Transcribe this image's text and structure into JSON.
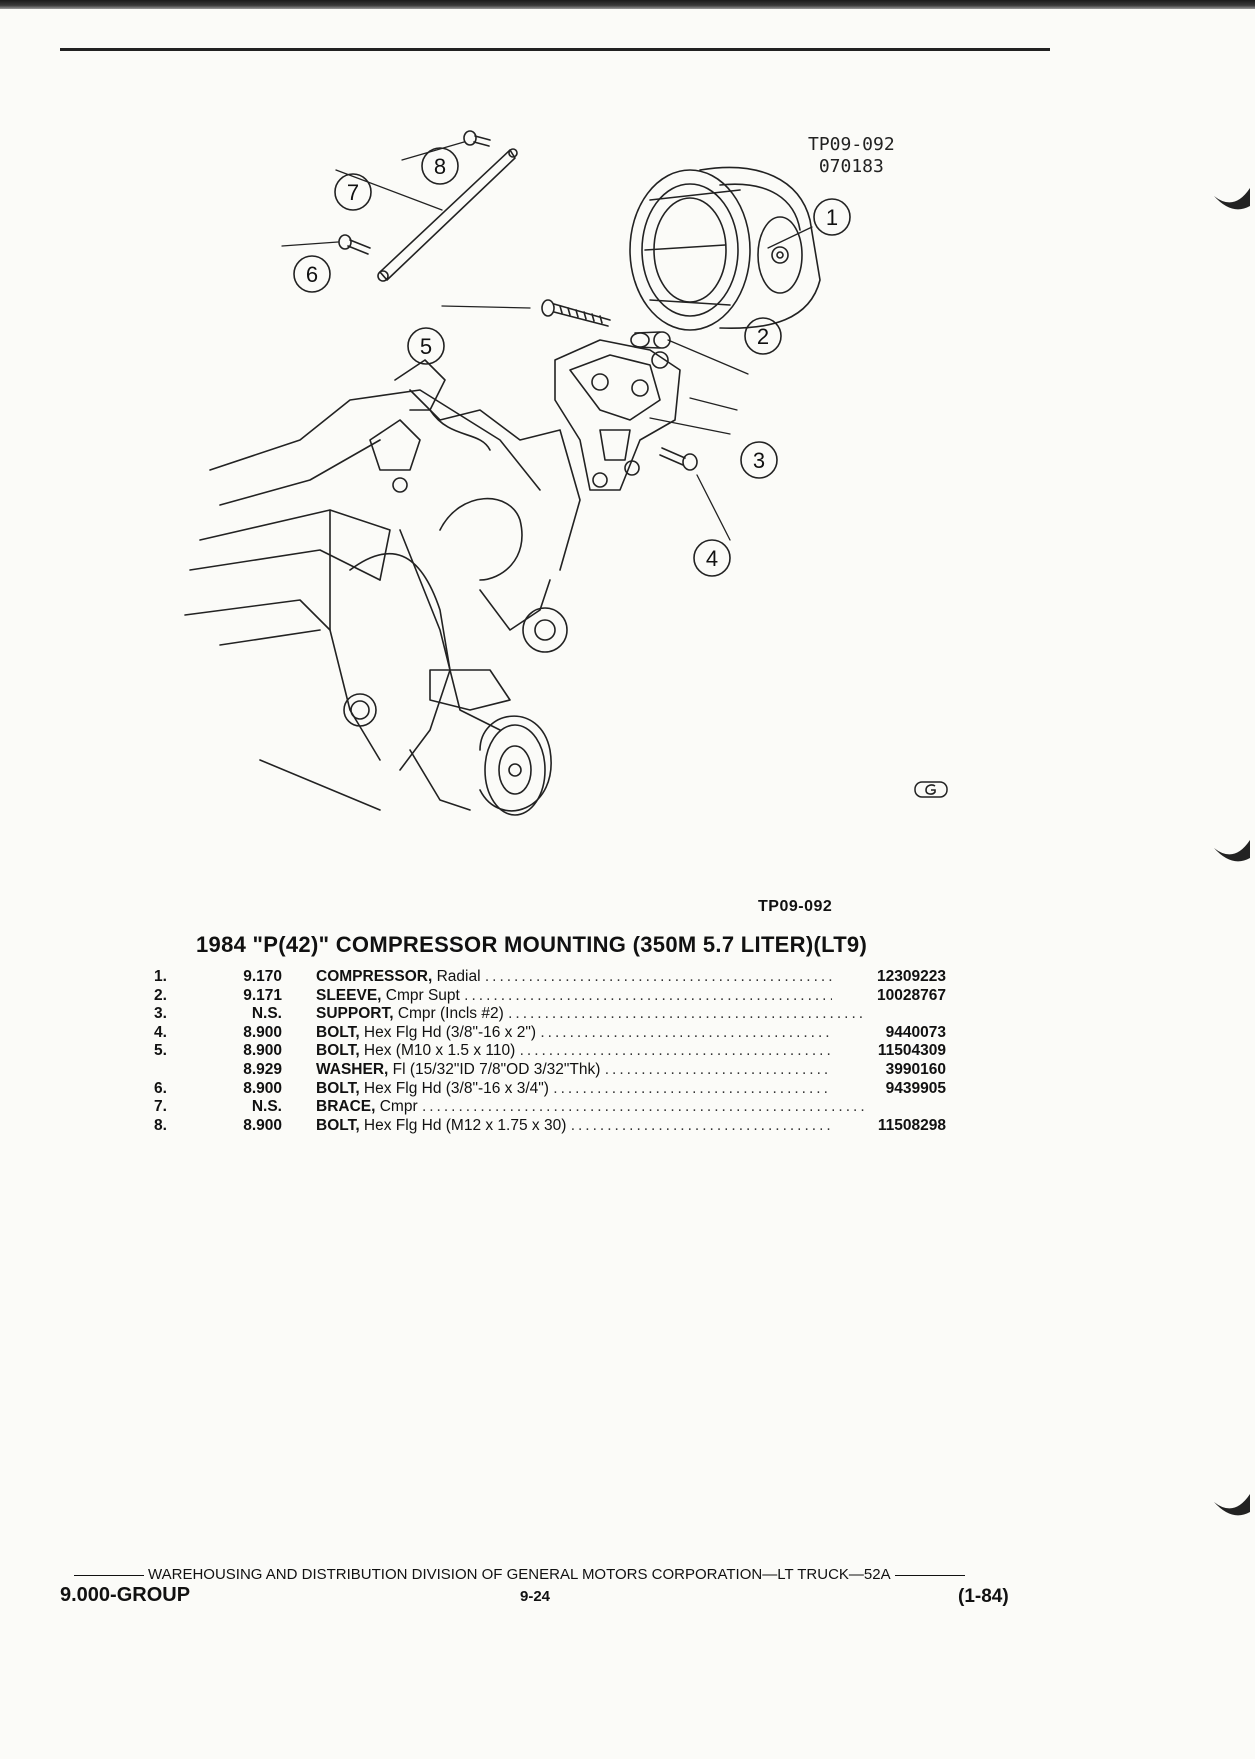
{
  "figure": {
    "code_line1": "TP09-092",
    "code_line2": "070183",
    "caption_id": "TP09-092",
    "callouts": [
      "1",
      "2",
      "3",
      "4",
      "5",
      "6",
      "7",
      "8"
    ]
  },
  "title": "1984 \"P(42)\" COMPRESSOR MOUNTING (350M 5.7 LITER)(LT9)",
  "parts": [
    {
      "no": "1.",
      "group": "9.170",
      "name": "COMPRESSOR,",
      "desc": " Radial",
      "part_no": "12309223"
    },
    {
      "no": "2.",
      "group": "9.171",
      "name": "SLEEVE,",
      "desc": " Cmpr Supt",
      "part_no": "10028767"
    },
    {
      "no": "3.",
      "group": "N.S.",
      "name": "SUPPORT,",
      "desc": " Cmpr (Incls #2)",
      "part_no": ""
    },
    {
      "no": "4.",
      "group": "8.900",
      "name": "BOLT,",
      "desc": " Hex Flg Hd (3/8\"-16 x 2\")",
      "part_no": "9440073"
    },
    {
      "no": "5.",
      "group": "8.900",
      "name": "BOLT,",
      "desc": " Hex (M10 x 1.5 x 110)",
      "part_no": "11504309"
    },
    {
      "no": "",
      "group": "8.929",
      "name": "WASHER,",
      "desc": " Fl (15/32\"ID 7/8\"OD 3/32\"Thk)",
      "part_no": "3990160"
    },
    {
      "no": "6.",
      "group": "8.900",
      "name": "BOLT,",
      "desc": " Hex Flg Hd (3/8\"-16 x 3/4\")",
      "part_no": "9439905"
    },
    {
      "no": "7.",
      "group": "N.S.",
      "name": "BRACE,",
      "desc": " Cmpr",
      "part_no": ""
    },
    {
      "no": "8.",
      "group": "8.900",
      "name": "BOLT,",
      "desc": " Hex Flg Hd (M12 x 1.75 x 30)",
      "part_no": "11508298"
    }
  ],
  "footer": {
    "division": "WAREHOUSING AND DISTRIBUTION  DIVISION OF GENERAL MOTORS CORPORATION—LT TRUCK—52A",
    "group": "9.000-GROUP",
    "page": "9-24",
    "date": "(1-84)"
  }
}
